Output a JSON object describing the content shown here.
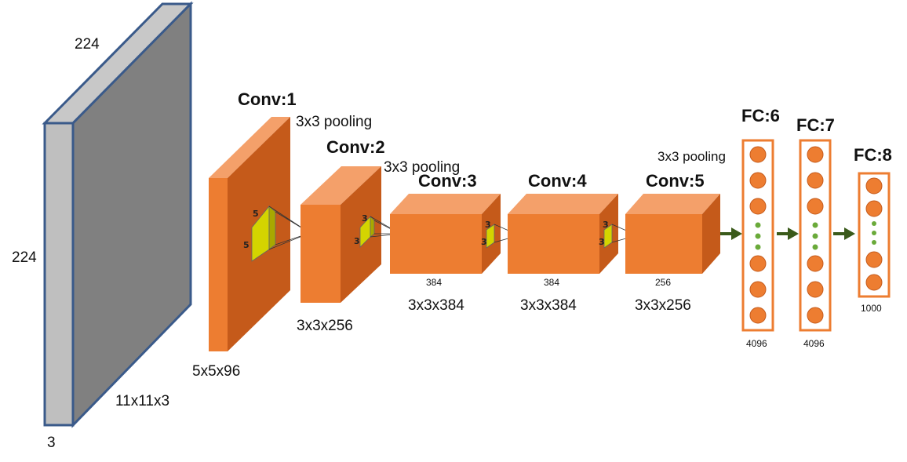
{
  "input": {
    "width_label": "224",
    "height_label": "224",
    "depth_label": "3",
    "kernel_label": "11x11x3"
  },
  "conv1": {
    "title": "Conv:1",
    "pool": "3x3 pooling",
    "kernel": "5x5x96",
    "k1": "5",
    "k2": "5"
  },
  "conv2": {
    "title": "Conv:2",
    "pool": "3x3 pooling",
    "kernel": "3x3x256",
    "k1": "3",
    "k2": "3"
  },
  "conv3": {
    "title": "Conv:3",
    "size": "384",
    "kernel": "3x3x384",
    "k1": "3",
    "k2": "3"
  },
  "conv4": {
    "title": "Conv:4",
    "size": "384",
    "kernel": "3x3x384",
    "k1": "3",
    "k2": "3"
  },
  "conv5": {
    "title": "Conv:5",
    "size": "256",
    "kernel": "3x3x256",
    "pool": "3x3 pooling"
  },
  "fc6": {
    "title": "FC:6",
    "size": "4096"
  },
  "fc7": {
    "title": "FC:7",
    "size": "4096"
  },
  "fc8": {
    "title": "FC:8",
    "size": "1000"
  },
  "colors": {
    "input_front": "#bfbfbf",
    "input_side": "#808080",
    "input_top": "#c8c8c8",
    "input_stroke": "#3a5a8a",
    "orange_front": "#ed7d31",
    "orange_side": "#c55a1a",
    "orange_top": "#f4a06a",
    "kernel_yellow": "#d4d400",
    "arrow_green": "#3a5a1a",
    "dot_green": "#6aaa3a"
  }
}
